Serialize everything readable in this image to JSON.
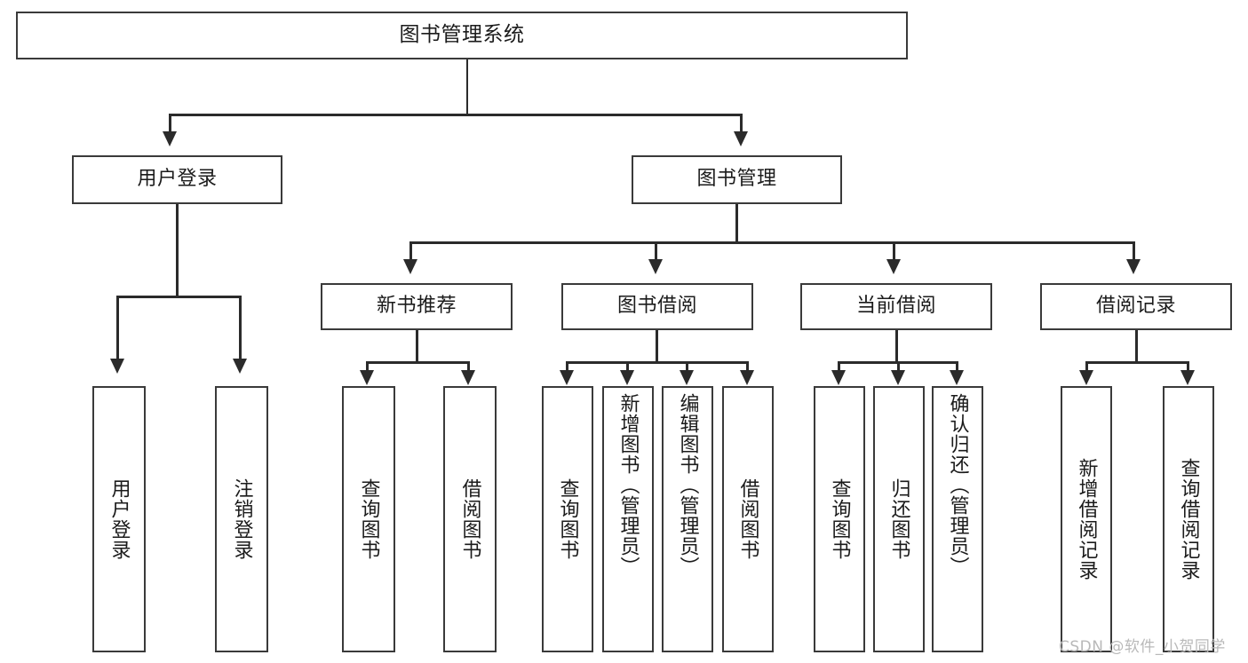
{
  "diagram": {
    "title": "图书管理系统",
    "type": "hierarchy-tree",
    "root": {
      "label": "图书管理系统"
    },
    "level2": [
      {
        "label": "用户登录"
      },
      {
        "label": "图书管理"
      }
    ],
    "level3": [
      {
        "label": "新书推荐"
      },
      {
        "label": "图书借阅"
      },
      {
        "label": "当前借阅"
      },
      {
        "label": "借阅记录"
      }
    ],
    "leaves": {
      "user_login": [
        {
          "label": "用户登录"
        },
        {
          "label": "注销登录"
        }
      ],
      "new_book_recommend": [
        {
          "label": "查询图书"
        },
        {
          "label": "借阅图书"
        }
      ],
      "book_borrow": [
        {
          "label": "查询图书"
        },
        {
          "label": "新增图书（管理员）"
        },
        {
          "label": "编辑图书（管理员）"
        },
        {
          "label": "借阅图书"
        }
      ],
      "current_borrow": [
        {
          "label": "查询图书"
        },
        {
          "label": "归还图书"
        },
        {
          "label": "确认归还（管理员）"
        }
      ],
      "borrow_record": [
        {
          "label": "新增借阅记录"
        },
        {
          "label": "查询借阅记录"
        }
      ]
    }
  },
  "watermark": {
    "text": "CSDN @软件_小贺同学"
  },
  "colors": {
    "box_border": "#3a3a3a",
    "line": "#2b2b2b",
    "text": "#1b1b1b",
    "background": "#ffffff",
    "watermark": "#b9b9b9"
  }
}
